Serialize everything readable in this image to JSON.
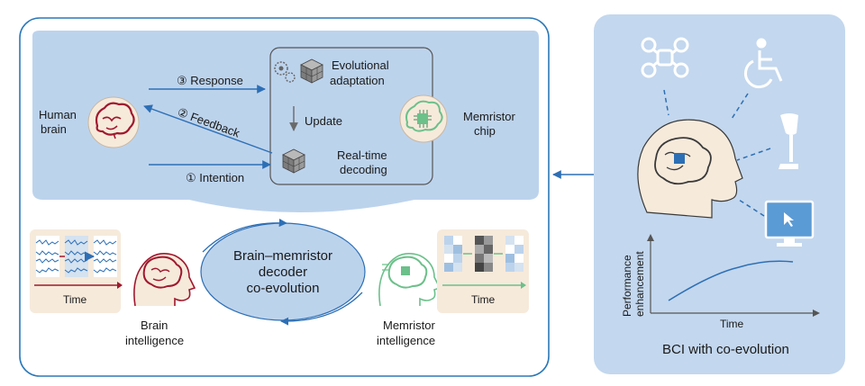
{
  "colors": {
    "outer_border": "#2b78b8",
    "top_panel": "#bcd3ec",
    "right_panel": "#c3d7ee",
    "arrow": "#2d6fb5",
    "ellipse_fill": "#bcd3ec",
    "ellipse_stroke": "#2d6fb5",
    "brain_red": "#a0182e",
    "chip_green": "#6cc08a",
    "thumb_bg": "#f6eadb"
  },
  "top": {
    "response": "③ Response",
    "feedback": "② Feedback",
    "intention": "① Intention",
    "evolutional_1": "Evolutional",
    "evolutional_2": "adaptation",
    "update": "Update",
    "realtime_1": "Real-time",
    "realtime_2": "decoding",
    "human_brain_1": "Human",
    "human_brain_2": "brain",
    "memristor_chip_1": "Memristor",
    "memristor_chip_2": "chip"
  },
  "bottom": {
    "center_1": "Brain–memristor",
    "center_2": "decoder",
    "center_3": "co-evolution",
    "time_left": "Time",
    "time_right": "Time",
    "brain_int_1": "Brain",
    "brain_int_2": "intelligence",
    "mem_int_1": "Memristor",
    "mem_int_2": "intelligence"
  },
  "right": {
    "title": "BCI with co-evolution",
    "ylabel_1": "Performance",
    "ylabel_2": "enhancement",
    "xlabel": "Time",
    "devices": [
      "drone-icon",
      "wheelchair-icon",
      "prosthetic-leg-icon",
      "computer-monitor-icon"
    ]
  }
}
